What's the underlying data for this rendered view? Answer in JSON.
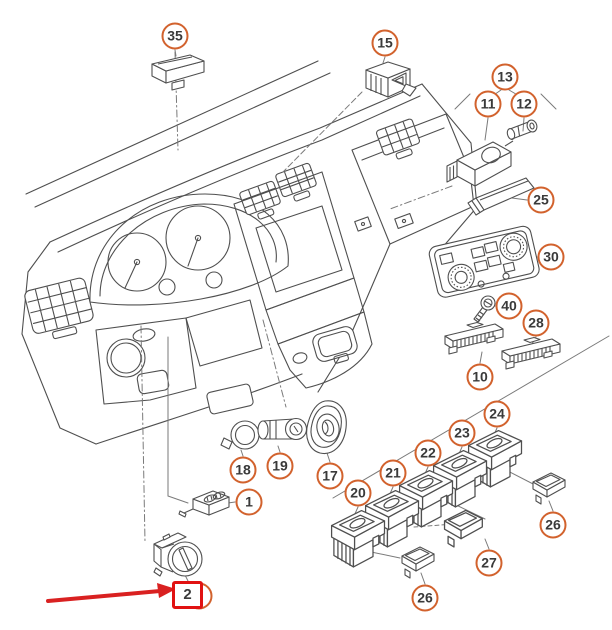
{
  "diagram": {
    "callouts": [
      {
        "label": "35"
      },
      {
        "label": "15"
      },
      {
        "label": "13"
      },
      {
        "label": "11"
      },
      {
        "label": "12"
      },
      {
        "label": "25"
      },
      {
        "label": "30"
      },
      {
        "label": "40"
      },
      {
        "label": "28"
      },
      {
        "label": "10"
      },
      {
        "label": "24"
      },
      {
        "label": "23"
      },
      {
        "label": "22"
      },
      {
        "label": "21"
      },
      {
        "label": "20"
      },
      {
        "label": "17"
      },
      {
        "label": "19"
      },
      {
        "label": "18"
      },
      {
        "label": "1"
      },
      {
        "label": "2"
      },
      {
        "label": "26"
      },
      {
        "label": "27"
      },
      {
        "label": "26"
      }
    ],
    "highlight": {
      "target_label": "2"
    },
    "colors": {
      "callout_ring": "#d2622d",
      "number_text": "#3a3a3a",
      "line_art": "#4f4f4f",
      "leader_lines": "#7a7a7a",
      "highlight_red": "#e11212",
      "background": "#ffffff"
    }
  }
}
